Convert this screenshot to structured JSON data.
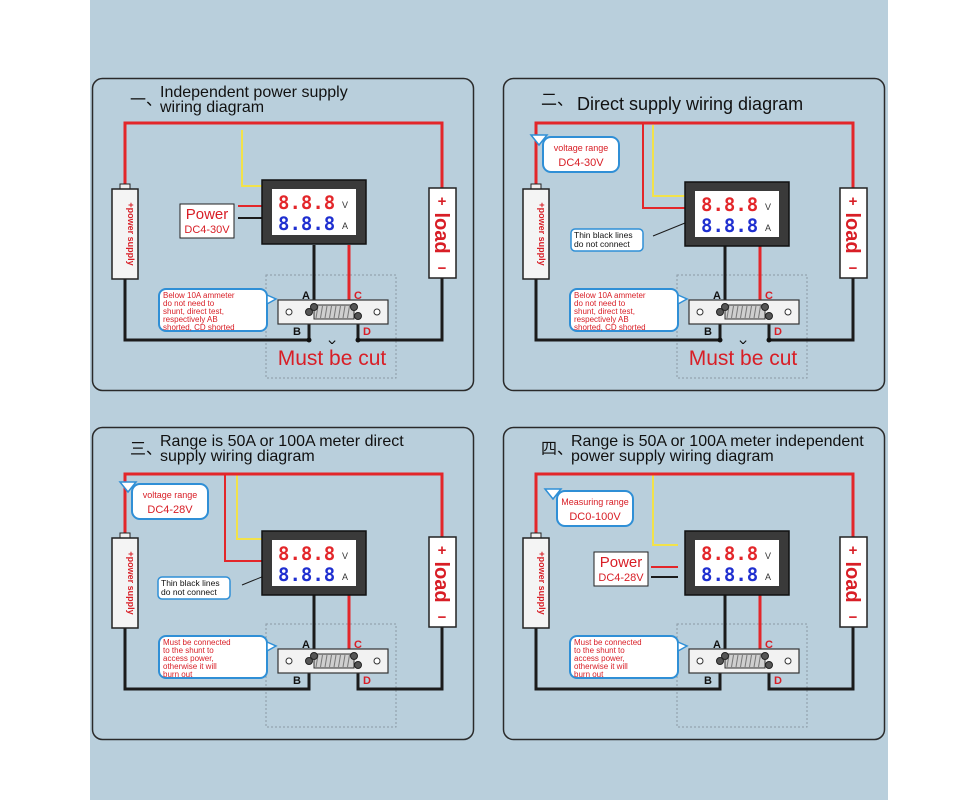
{
  "colors": {
    "page_bg": "#ffffff",
    "board_bg": "#b9cfdc",
    "panel_border": "#2a2a2a",
    "wire_red": "#e3262a",
    "wire_black": "#1b1b1b",
    "wire_yellow": "#f2e24a",
    "callout_border": "#2f8fd6",
    "text_red": "#d81e26",
    "digit_red": "#e3262a",
    "digit_blue": "#1f2fd0"
  },
  "meter": {
    "volt_digits": "8.8.8",
    "amp_digits": "8.8.8",
    "volt_unit": "V",
    "amp_unit": "A"
  },
  "labels": {
    "power_supply": "+power supply",
    "load": "load",
    "plus": "+",
    "minus": "−",
    "cut_mark": "×"
  },
  "panels": [
    {
      "number": "一、",
      "title_lines": [
        "Independent power supply",
        "wiring diagram"
      ],
      "callout_top": null,
      "power_label": "Power",
      "power_range": "DC4-30V",
      "black_note": null,
      "shunt_note": [
        "Below 10A ammeter",
        "do not need to",
        "shunt, direct test,",
        "respectively AB",
        "shorted, CD shorted"
      ],
      "terminals": [
        "A",
        "B",
        "C",
        "D"
      ],
      "cut_label": "Must be cut"
    },
    {
      "number": "二、",
      "title_lines": [
        "Direct supply wiring diagram"
      ],
      "callout_top": [
        "voltage range",
        "DC4-30V"
      ],
      "power_label": null,
      "power_range": null,
      "black_note": [
        "Thin black lines",
        "do not connect"
      ],
      "shunt_note": [
        "Below 10A ammeter",
        "do not need to",
        "shunt, direct test,",
        "respectively AB",
        "shorted, CD shorted"
      ],
      "terminals": [
        "A",
        "B",
        "C",
        "D"
      ],
      "cut_label": "Must be cut"
    },
    {
      "number": "三、",
      "title_lines": [
        "Range is 50A or 100A meter direct",
        "supply wiring diagram"
      ],
      "callout_top": [
        "voltage range",
        "DC4-28V"
      ],
      "power_label": null,
      "power_range": null,
      "black_note": [
        "Thin black lines",
        "do not connect"
      ],
      "shunt_note": [
        "Must be connected",
        "to the shunt to",
        "access power,",
        "otherwise it will",
        "burn out"
      ],
      "terminals": [
        "A",
        "B",
        "C",
        "D"
      ],
      "cut_label": null
    },
    {
      "number": "四、",
      "title_lines": [
        "Range is 50A or 100A meter independent",
        "power supply wiring diagram"
      ],
      "callout_top": [
        "Measuring range",
        "DC0-100V"
      ],
      "power_label": "Power",
      "power_range": "DC4-28V",
      "black_note": null,
      "shunt_note": [
        "Must be connected",
        "to the shunt to",
        "access power,",
        "otherwise it will",
        "burn out"
      ],
      "terminals": [
        "A",
        "B",
        "C",
        "D"
      ],
      "cut_label": null
    }
  ]
}
